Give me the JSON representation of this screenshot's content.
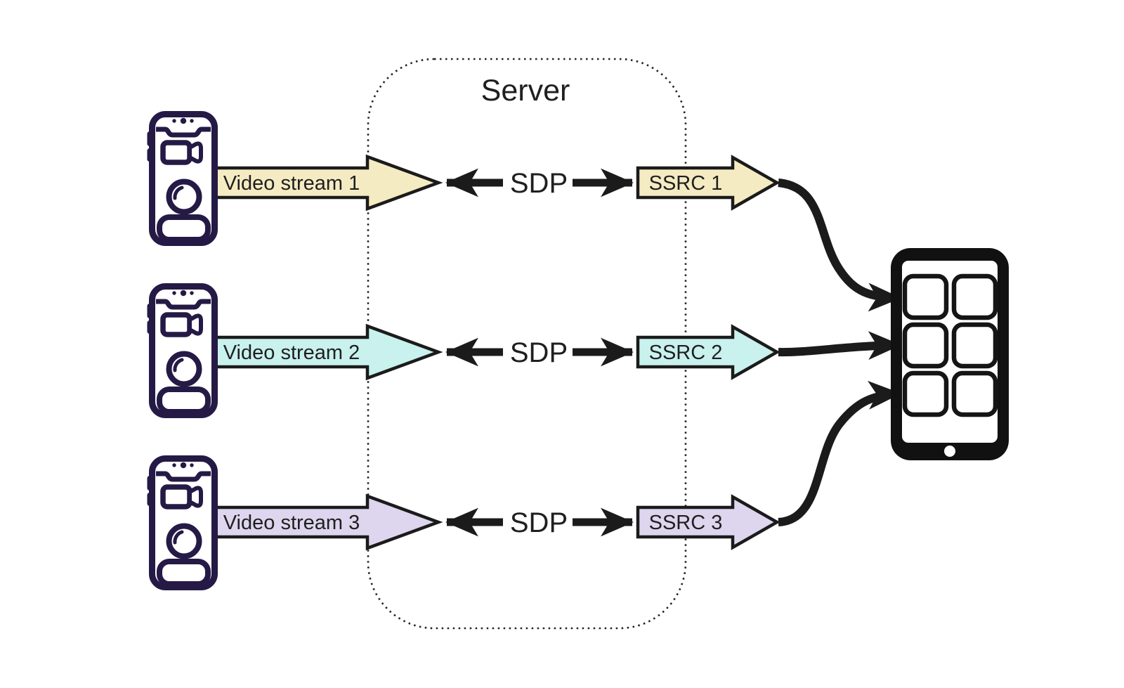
{
  "diagram": {
    "server_label": "Server",
    "sdp_label": "SDP",
    "streams": [
      {
        "stream_label": "Video stream 1",
        "ssrc_label": "SSRC 1",
        "color": "#f5ebc2"
      },
      {
        "stream_label": "Video stream 2",
        "ssrc_label": "SSRC 2",
        "color": "#c9f1ee"
      },
      {
        "stream_label": "Video stream 3",
        "ssrc_label": "SSRC 3",
        "color": "#ddd6ee"
      }
    ],
    "colors": {
      "background": "#ffffff",
      "line_ink": "#1b1b1b",
      "phone_outline": "#251a45",
      "label_text": "#1f1f1f",
      "tablet_frame": "#111111"
    },
    "icons": {
      "sender": "phone-video-call-icon",
      "receiver": "tablet-app-grid-icon"
    }
  }
}
